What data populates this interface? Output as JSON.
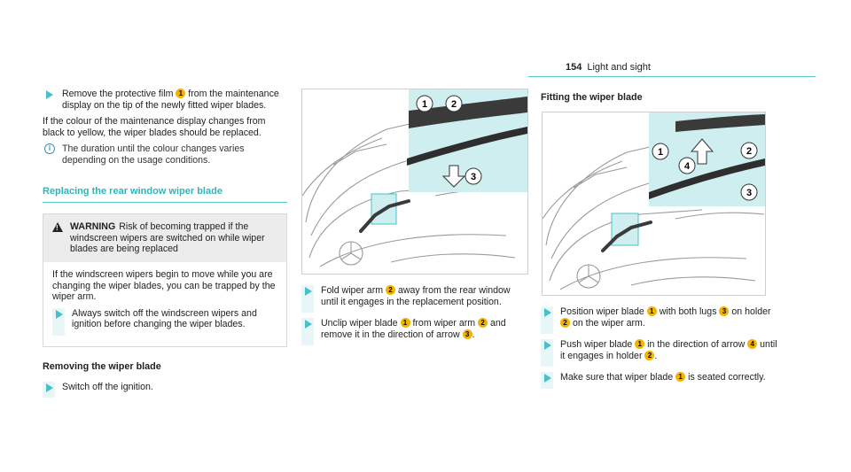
{
  "header": {
    "page_number": "154",
    "section": "Light and sight"
  },
  "col1": {
    "step_remove_film": [
      "Remove the protective film ",
      "1",
      " from the maintenance display on the tip of the newly fitted wiper blades."
    ],
    "para_colour": "If the colour of the maintenance display changes from black to yellow, the wiper blades should be replaced.",
    "note_duration": "The duration until the colour changes varies depending on the usage conditions.",
    "section_title": "Replacing the rear window wiper blade",
    "warning": {
      "label": "WARNING",
      "head": "Risk of becoming trapped if the windscreen wipers are switched on while wiper blades are being replaced",
      "body": "If the windscreen wipers begin to move while you are changing the wiper blades, you can be trapped by the wiper arm.",
      "step": "Always switch off the windscreen wipers and ignition before changing the wiper blades."
    },
    "subhead_removing": "Removing the wiper blade",
    "step_switch_off": "Switch off the ignition."
  },
  "col2": {
    "step_fold": [
      "Fold wiper arm ",
      "2",
      " away from the rear window until it engages in the replacement position."
    ],
    "step_unclip": [
      "Unclip wiper blade ",
      "1",
      " from wiper arm ",
      "2",
      " and remove it in the direction of arrow ",
      "3",
      "."
    ]
  },
  "col3": {
    "subhead_fitting": "Fitting the wiper blade",
    "step_position": [
      "Position wiper blade ",
      "1",
      " with both lugs ",
      "3",
      " on holder ",
      "2",
      " on the wiper arm."
    ],
    "step_push": [
      "Push wiper blade ",
      "1",
      " in the direction of arrow ",
      "4",
      " until it engages in holder ",
      "2",
      "."
    ],
    "step_make_sure": [
      "Make sure that wiper blade ",
      "1",
      " is seated correctly."
    ]
  },
  "figure1": {
    "callouts": [
      "1",
      "2",
      "3"
    ]
  },
  "figure2": {
    "callouts": [
      "1",
      "2",
      "3",
      "4"
    ]
  },
  "colors": {
    "accent": "#48c0c8",
    "callout": "#f2b400",
    "detail_bg": "#cfeef0"
  }
}
